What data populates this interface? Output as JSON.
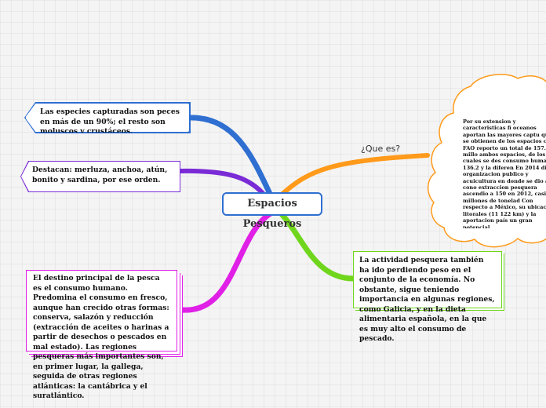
{
  "central": {
    "label": "Espacios Pesqueros"
  },
  "branch_label": "¿Que es?",
  "nodes": {
    "especies": "Las especies capturadas son peces en más de un 90%; el resto son moluscos y crustáceos.",
    "destacan": "Destacan: merluza, anchoa, atún, bonito y sardina, por ese orden.",
    "destino": "El destino principal de la pesca es el consumo humano. Predomina el consumo en fresco, aunque han crecido otras formas: conserva, salazón y reducción (extracción de aceites o harinas a partir de desechos o pescados en mal estado). Las regiones pesqueras más importantes son, en primer lugar, la gallega, seguida de otras regiones atlánticas: la cantábrica y el suratlántico.",
    "actividad": "La actividad pesquera también ha ido perdiendo peso en el conjunto de la economía. No obstante, sigue teniendo importancia en algunas regiones, como Galicia, y en la dieta alimentaria española, en la que es muy alto el consumo de pescado.",
    "cloud": "Por su extension y caracteristicas fi oceanos aportan las mayores captu que se obtienen de los espacios cont FAO reporto un total de 157.9 millo ambos espacios, de los cuales se des consumo humano 136.2 y la diferen En 2014 dicha organizacion publico y acuicultura en donde se dio a cono extraccion pesquera ascendio a 150 en 2012, casi 10 millones de tonelad Con respecto a México, su ubicacion litorales (11 122 km) y la aportacion país un gran potencial."
  },
  "colors": {
    "blue": "#2e6fd1",
    "purple": "#7a2bd6",
    "magenta": "#e020e6",
    "orange": "#ff9a1a",
    "green": "#6fd61c"
  }
}
